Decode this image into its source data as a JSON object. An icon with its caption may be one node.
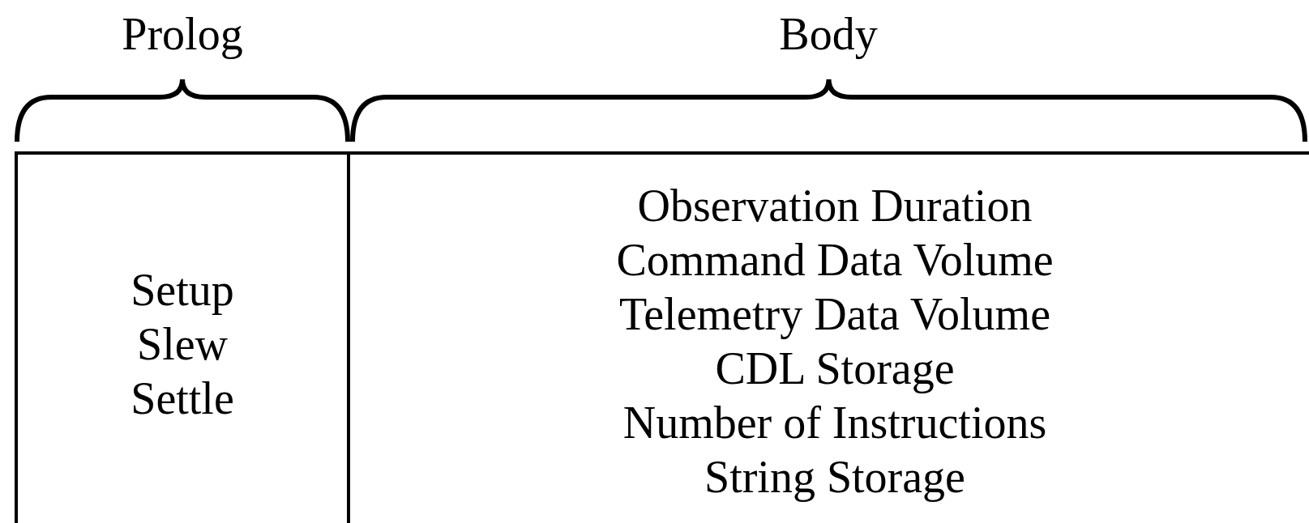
{
  "diagram": {
    "nodes": [
      {
        "text": [
          "Prolog",
          "Setup",
          "Slew",
          "Settle"
        ]
      },
      {
        "text": [
          "Body",
          "Observation Duration",
          "Command Data Volume",
          "Telemetry Data Volume",
          "CDL Storage",
          "Number of Instructions",
          "String Storage"
        ]
      }
    ]
  }
}
